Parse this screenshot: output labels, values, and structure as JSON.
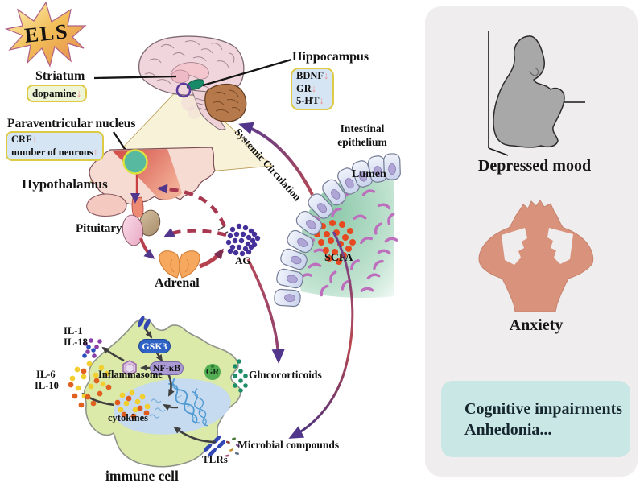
{
  "els_label": "ELS",
  "brain": {
    "striatum_label": "Striatum",
    "dopamine_box": {
      "text": "dopamine",
      "dir": "↓"
    },
    "hippocampus_label": "Hippocampus",
    "hippocampus_box": [
      {
        "text": "BDNF",
        "dir": "↓"
      },
      {
        "text": "GR",
        "dir": "↓"
      },
      {
        "text": "5-HT",
        "dir": "↓"
      }
    ],
    "pvn_label": "Paraventricular nucleus",
    "pvn_box": [
      {
        "text": "CRF",
        "dir": "↑"
      },
      {
        "text": "number of neurons",
        "dir": "↑"
      }
    ],
    "hypothalamus_label": "Hypothalamus",
    "pituitary_label": "Pituitary",
    "adrenal_label": "Adrenal"
  },
  "circulation": {
    "ag_label": "AG",
    "systemic_label": "Systemic Circulation",
    "glucocorticoids_label": "Glucocorticoids"
  },
  "gut": {
    "epithelium_label": "Intestinal epithelium",
    "lumen_label": "Lumen",
    "scfa_label": "SCFA",
    "microbial_label": "Microbial compounds"
  },
  "immune": {
    "gsk3_label": "GSK3",
    "nfkb_label": "NF-κB",
    "inflammasome_label": "Inflammasome",
    "gr_label": "GR",
    "cytokines_label": "cytokines",
    "tlrs_label": "TLRs",
    "il1_label": "IL-1",
    "il18_label": "IL-18",
    "il6_label": "IL-6",
    "il10_label": "IL-10",
    "cell_label": "immune cell"
  },
  "outcomes": {
    "depressed_label": "Depressed mood",
    "anxiety_label": "Anxiety",
    "impairments_line1": "Cognitive impairments",
    "impairments_line2": "Anhedonia..."
  },
  "colors": {
    "hpa_arrow_red": "#b5414f",
    "arrow_purple": "#52368c",
    "dashed_feedback": "#a83850",
    "panel_bg": "#efedee",
    "outcome_box_bg": "#c9e7e4",
    "box_border_yellow": "#ddca45",
    "marker_arrow_pink": "#ef8e8e",
    "scfa_red": "#e6491f",
    "ag_purple": "#45309a",
    "glucocorticoid_teal": "#1f8e68",
    "immune_cell_green": "#dbe9a9"
  }
}
